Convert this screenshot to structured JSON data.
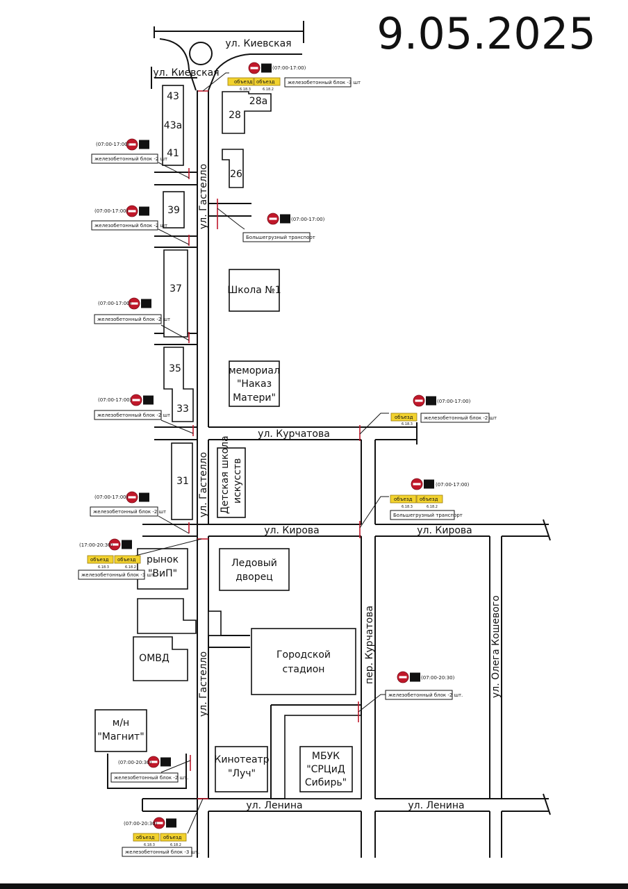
{
  "date": "9.05.2025",
  "streets": {
    "kievskaya": "ул. Киевская",
    "gastello": "ул. Гастелло",
    "kurchatova": "ул. Курчатова",
    "kirova": "ул. Кирова",
    "lenina": "ул. Ленина",
    "per_kurchatova": "пер. Курчатова",
    "koshevogo": "ул. Олега Кошевого"
  },
  "buildings": {
    "b43": "43",
    "b43a": "43а",
    "b41": "41",
    "b39": "39",
    "b37": "37",
    "b35": "35",
    "b33": "33",
    "b31": "31",
    "b28": "28",
    "b28a": "28а",
    "b26": "26",
    "school": "Школа №1",
    "memorial": [
      "мемориал",
      "\"Наказ",
      "Матери\""
    ],
    "art_school": [
      "Детская школа",
      "искусств"
    ],
    "ice_palace": [
      "Ледовый",
      "дворец"
    ],
    "stadium": [
      "Городской",
      "стадион"
    ],
    "market": [
      "рынок",
      "\"ВиП\""
    ],
    "omvd": "ОМВД",
    "magnit": [
      "м/н",
      "\"Магнит\""
    ],
    "cinema": [
      "Кинотеатр",
      "\"Луч\""
    ],
    "mbuk": [
      "МБУК",
      "\"СРЦиД",
      "Сибирь\""
    ]
  },
  "closures": {
    "time_07_17": "(07:00-17:00)",
    "time_17_2030": "(17:00-20:30)",
    "time_07_2030": "(07:00-20:30)",
    "block2": "железобетонный блок -2 шт",
    "block3": "железобетонный блок -3 шт",
    "block2_dot": "железобетонный блок -2 шт.",
    "block3_dot": "железобетонный блок -3 шт.",
    "heavy": "Большегрузный транспорт",
    "detour": "объезд",
    "sign_6_18_3": "6.18.3",
    "sign_6_18_2": "6.18.2"
  },
  "colors": {
    "no_entry_sign": "#c0182a",
    "detour_sign": "#f2d22e",
    "barrier_mark": "#c0182a"
  }
}
